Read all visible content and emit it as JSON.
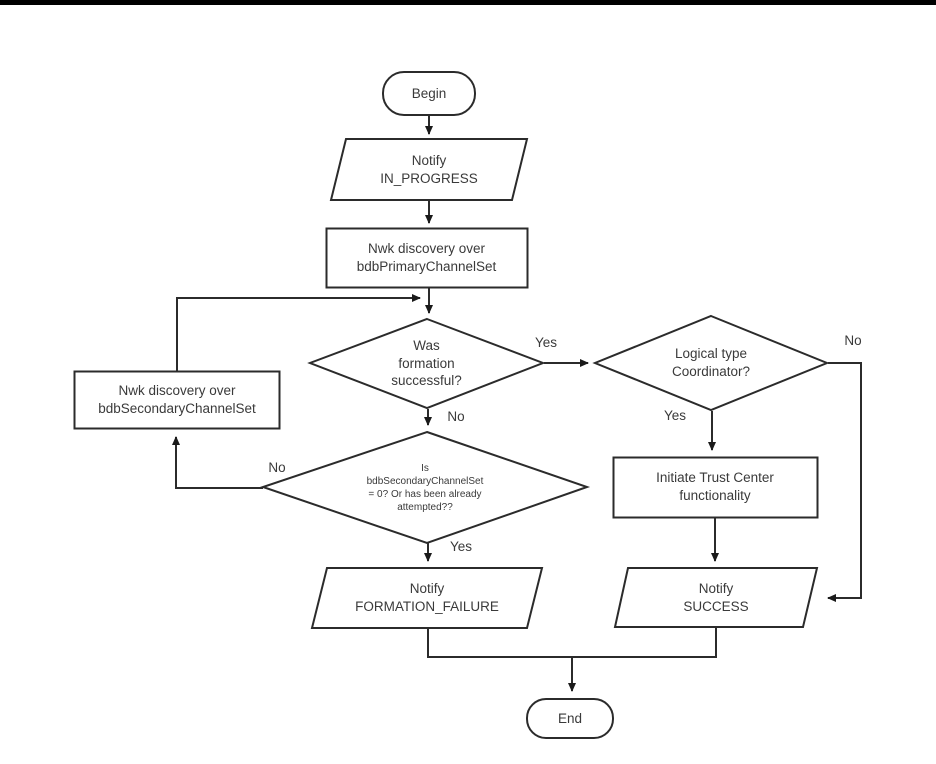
{
  "page": {
    "background_color": "#ffffff",
    "top_bar_color": "#000000"
  },
  "flowchart": {
    "stroke_color": "#2b2b2b",
    "text_color": "#3a3a3a",
    "nodes": {
      "begin": {
        "type": "terminator",
        "label": "Begin"
      },
      "notify_in_progress": {
        "type": "io",
        "label": "Notify\nIN_PROGRESS"
      },
      "nwk_discovery_primary": {
        "type": "process",
        "label": "Nwk discovery over\nbdbPrimaryChannelSet"
      },
      "was_formation_successful": {
        "type": "decision",
        "label": "Was\nformation\nsuccessful?"
      },
      "logical_type_coordinator": {
        "type": "decision",
        "label": "Logical type\nCoordinator?"
      },
      "nwk_discovery_secondary": {
        "type": "process",
        "label": "Nwk discovery over\nbdbSecondaryChannelSet"
      },
      "secondary_channel_check": {
        "type": "decision",
        "label": "Is\nbdbSecondaryChannelSet\n= 0? Or has been already\nattempted??"
      },
      "initiate_trust_center": {
        "type": "process",
        "label": "Initiate Trust Center\nfunctionality"
      },
      "notify_formation_failure": {
        "type": "io",
        "label": "Notify\nFORMATION_FAILURE"
      },
      "notify_success": {
        "type": "io",
        "label": "Notify\nSUCCESS"
      },
      "end": {
        "type": "terminator",
        "label": "End"
      }
    },
    "edge_labels": {
      "formation_yes": "Yes",
      "formation_no": "No",
      "coordinator_no": "No",
      "coordinator_yes": "Yes",
      "secondary_no": "No",
      "secondary_yes": "Yes"
    }
  }
}
